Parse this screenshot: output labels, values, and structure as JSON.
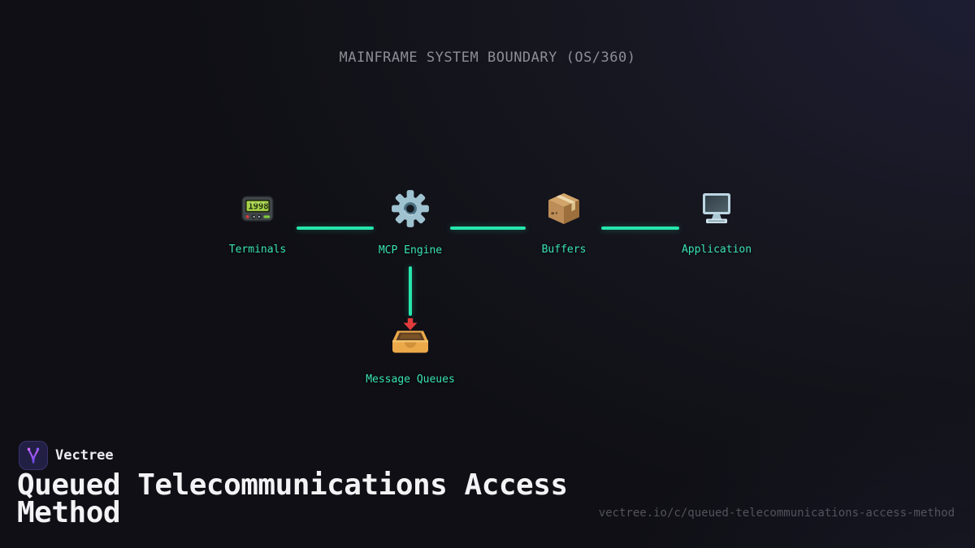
{
  "diagram": {
    "boundary_label": "MAINFRAME SYSTEM BOUNDARY (OS/360)",
    "nodes": [
      {
        "id": "terminals",
        "label": "Terminals",
        "icon": "pager-icon"
      },
      {
        "id": "mcp-engine",
        "label": "MCP Engine",
        "icon": "gear-icon"
      },
      {
        "id": "buffers",
        "label": "Buffers",
        "icon": "package-icon"
      },
      {
        "id": "application",
        "label": "Application",
        "icon": "desktop-computer-icon"
      },
      {
        "id": "message-queues",
        "label": "Message Queues",
        "icon": "inbox-tray-icon"
      }
    ],
    "connections": [
      {
        "from": "terminals",
        "to": "mcp-engine",
        "style": "line"
      },
      {
        "from": "mcp-engine",
        "to": "buffers",
        "style": "line"
      },
      {
        "from": "buffers",
        "to": "application",
        "style": "line"
      },
      {
        "from": "mcp-engine",
        "to": "message-queues",
        "style": "arrow-down"
      }
    ],
    "colors": {
      "accent_green": "#26e6ac",
      "label_teal": "#39e3b3",
      "boundary_gray": "#8d8d96",
      "arrow_red": "#e23b3b"
    }
  },
  "footer": {
    "brand": "Vectree",
    "logo_icon": "vectree-branch-icon",
    "brand_purple": "#8b5cf6",
    "title": "Queued Telecommunications Access Method",
    "url": "vectree.io/c/queued-telecommunications-access-method"
  }
}
